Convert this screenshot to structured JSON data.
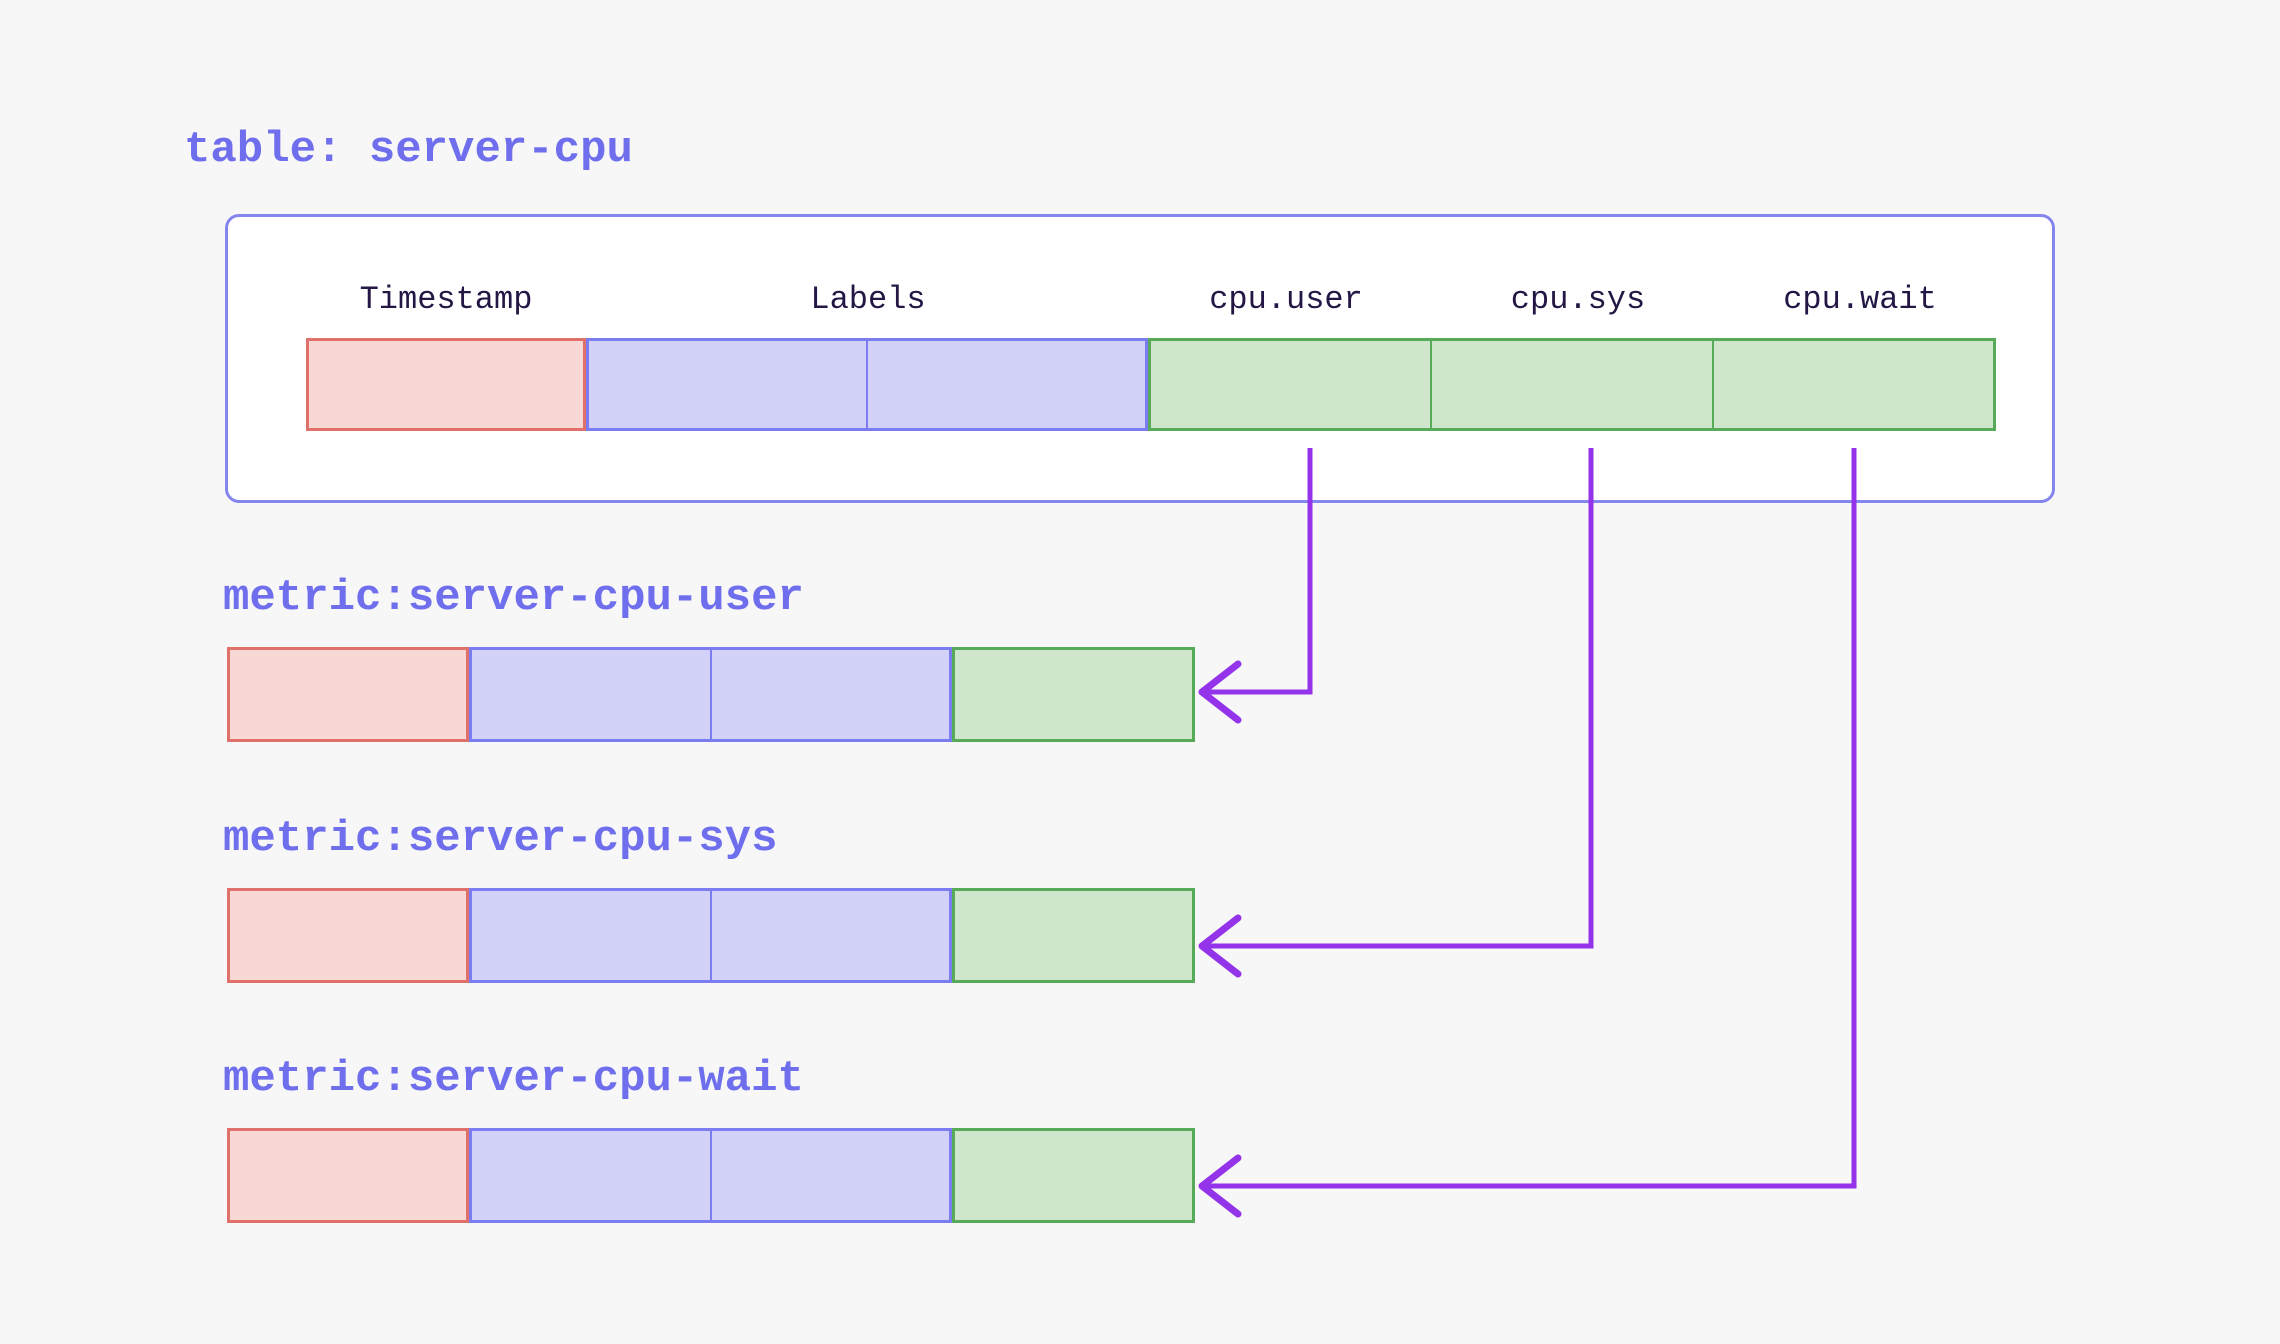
{
  "palette": {
    "background": "#f8f7f7",
    "boxFill": "#ffffff",
    "boxBorder": "#8585f0",
    "pinkFill": "#f8d8d5",
    "pinkBorder": "#e0716a",
    "blueFill": "#d2d2f9",
    "blueBorder": "#7b7bf2",
    "greenFill": "#cfe5cc",
    "greenBorder": "#57aa57",
    "arrow": "#9333ea",
    "titleText": "#6f6fee",
    "headerText": "#241745"
  },
  "table": {
    "title": "table: server-cpu",
    "columns": [
      "Timestamp",
      "Labels",
      "cpu.user",
      "cpu.sys",
      "cpu.wait"
    ],
    "row_segments": {
      "timestamp_cells": 1,
      "labels_cells": 2,
      "field_cells": 3
    }
  },
  "metrics": [
    {
      "label": "metric:server-cpu-user",
      "source_column": "cpu.user"
    },
    {
      "label": "metric:server-cpu-sys",
      "source_column": "cpu.sys"
    },
    {
      "label": "metric:server-cpu-wait",
      "source_column": "cpu.wait"
    }
  ]
}
